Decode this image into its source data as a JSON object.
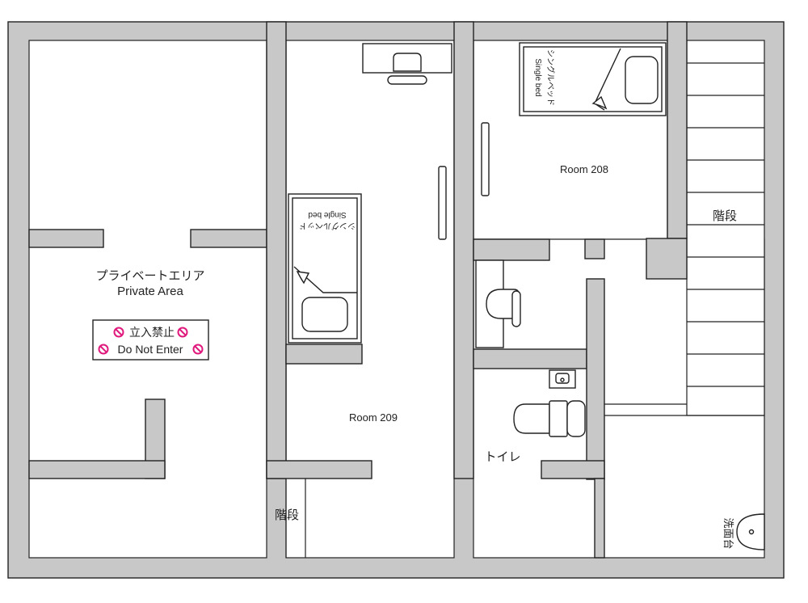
{
  "rooms": {
    "room_208": "Room 208",
    "room_209": "Room 209",
    "private_jp": "プライベートエリア",
    "private_en": "Private Area",
    "toilet": "トイレ",
    "stairs_right": "階段",
    "stairs_bottom": "階段",
    "washbasin": "洗面台"
  },
  "beds": {
    "jp": "シングルベッド",
    "en": "Single bed"
  },
  "sign": {
    "line1": "立入禁止",
    "line2": "Do Not Enter",
    "icon": "no-entry-icon",
    "icon_color": "#e0197d"
  },
  "colors": {
    "wall": "#c8c8c8",
    "floor": "#ffffff",
    "line": "#222222"
  }
}
